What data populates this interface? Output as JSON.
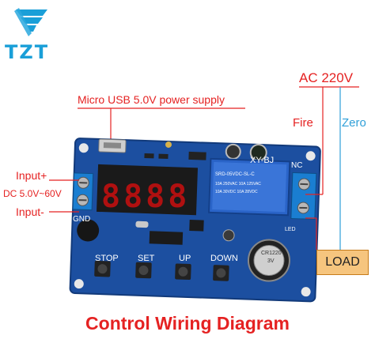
{
  "brand": {
    "name": "TZT"
  },
  "labels": {
    "usb": "Micro USB 5.0V power supply",
    "ac": "AC 220V",
    "fire": "Fire",
    "zero": "Zero",
    "input_plus": "Input+",
    "dc_range": "DC 5.0V~60V",
    "input_minus": "Input-",
    "load": "LOAD"
  },
  "board": {
    "model": "XY-BJ",
    "display_digits": "8888",
    "terminal_input": "GND",
    "terminal_relay": "NC",
    "led_label": "LED",
    "buttons": [
      "STOP",
      "SET",
      "UP",
      "DOWN"
    ],
    "relay_text": [
      "SRD-05VDC-SL-C",
      "10A 250VAC 10A 125VAC",
      "10A 30VDC 10A 28VDC"
    ],
    "battery_text": [
      "CR1220",
      "3V"
    ]
  },
  "title": "Control Wiring Diagram",
  "colors": {
    "accent_red": "#e52222",
    "zero_blue": "#2f9fd8",
    "pcb_blue": "#1c4fa0",
    "load_fill": "#f6c57e"
  }
}
